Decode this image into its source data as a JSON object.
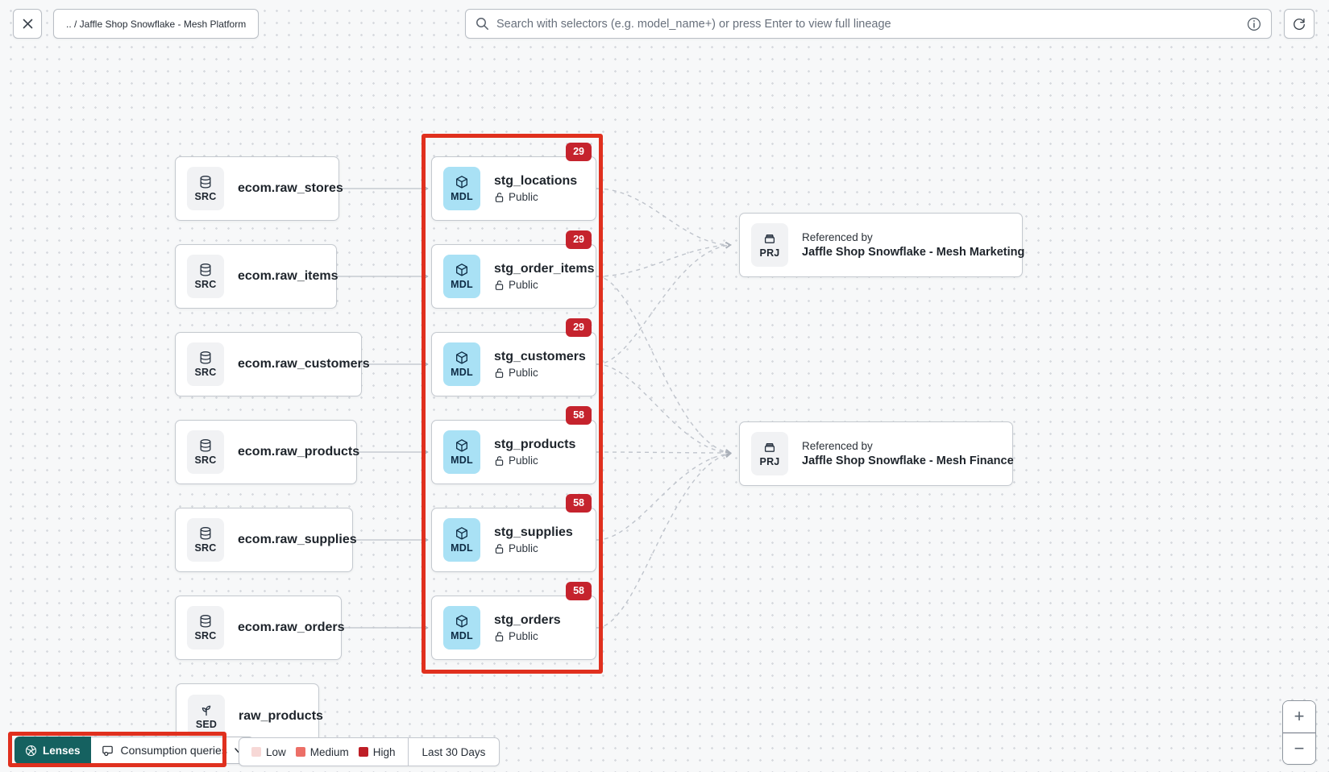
{
  "header": {
    "breadcrumb": ".. / Jaffle Shop Snowflake - Mesh Platform",
    "search_placeholder": "Search with selectors (e.g. model_name+) or press Enter to view full lineage"
  },
  "graph": {
    "sources": [
      {
        "type": "SRC",
        "label": "ecom.raw_stores"
      },
      {
        "type": "SRC",
        "label": "ecom.raw_items"
      },
      {
        "type": "SRC",
        "label": "ecom.raw_customers"
      },
      {
        "type": "SRC",
        "label": "ecom.raw_products"
      },
      {
        "type": "SRC",
        "label": "ecom.raw_supplies"
      },
      {
        "type": "SRC",
        "label": "ecom.raw_orders"
      }
    ],
    "seed": {
      "type": "SED",
      "label": "raw_products"
    },
    "models": [
      {
        "type": "MDL",
        "label": "stg_locations",
        "access": "Public",
        "badge": "29"
      },
      {
        "type": "MDL",
        "label": "stg_order_items",
        "access": "Public",
        "badge": "29"
      },
      {
        "type": "MDL",
        "label": "stg_customers",
        "access": "Public",
        "badge": "29"
      },
      {
        "type": "MDL",
        "label": "stg_products",
        "access": "Public",
        "badge": "58"
      },
      {
        "type": "MDL",
        "label": "stg_supplies",
        "access": "Public",
        "badge": "58"
      },
      {
        "type": "MDL",
        "label": "stg_orders",
        "access": "Public",
        "badge": "58"
      }
    ],
    "projects": [
      {
        "type": "PRJ",
        "eyebrow": "Referenced by",
        "label": "Jaffle Shop Snowflake - Mesh Marketing"
      },
      {
        "type": "PRJ",
        "eyebrow": "Referenced by",
        "label": "Jaffle Shop Snowflake - Mesh Finance"
      }
    ]
  },
  "footer": {
    "lenses_label": "Lenses",
    "lens_selected": "Consumption queries",
    "legend": [
      {
        "label": "Low",
        "color": "#F7D8D6"
      },
      {
        "label": "Medium",
        "color": "#EC6F67"
      },
      {
        "label": "High",
        "color": "#BE1E26"
      }
    ],
    "time_range": "Last 30 Days"
  },
  "zoom_controls": {
    "zoom_in": "+",
    "zoom_out": "−"
  },
  "colors": {
    "highlight_red": "#E0301E",
    "badge_red": "#C5232D",
    "lenses_teal": "#156160",
    "model_tile_blue": "#A9E1F5"
  }
}
